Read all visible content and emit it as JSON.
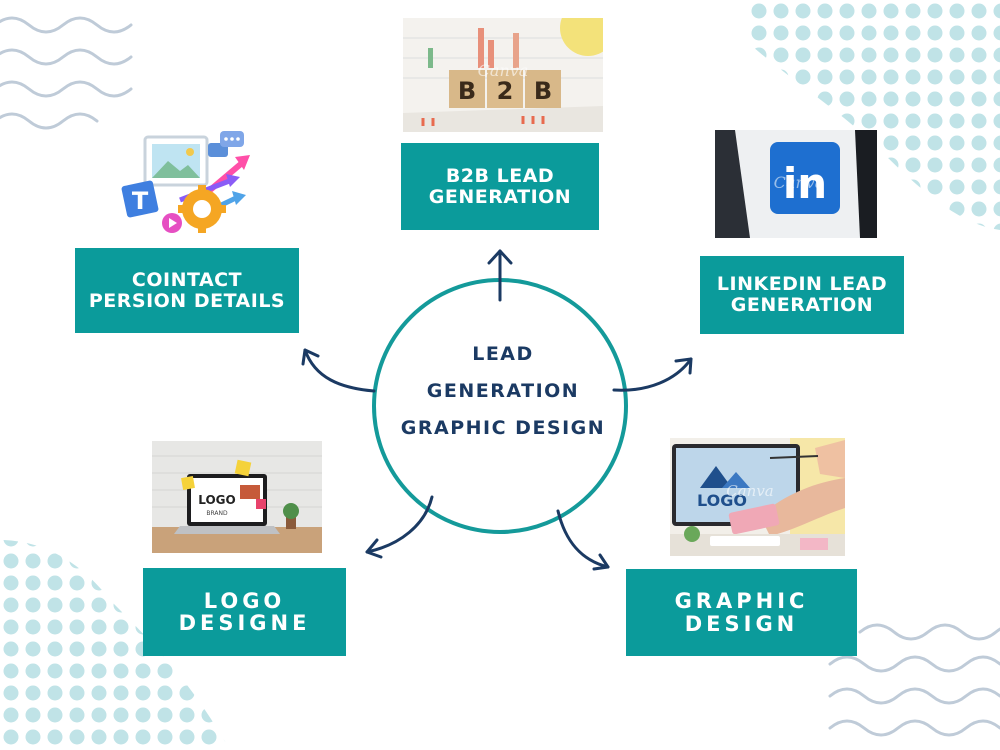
{
  "center": {
    "line1": "LEAD",
    "line2": "GENERATION",
    "line3": "GRAPHIC DESIGN"
  },
  "nodes": {
    "b2b": {
      "line1": "B2B LEAD",
      "line2": "GENERATION"
    },
    "contact": {
      "line1": "COINTACT",
      "line2": "PERSION DETAILS"
    },
    "linkedin": {
      "line1": "LINKEDIN LEAD",
      "line2": "GENERATION"
    },
    "logo": {
      "line1": "LOGO",
      "line2": "DESIGNE"
    },
    "graphic": {
      "line1": "GRAPHIC",
      "line2": "DESIGN"
    }
  },
  "images": {
    "b2b_blocks": [
      "B",
      "2",
      "B"
    ],
    "linkedin_logo": "in",
    "screen_logo": "LOGO",
    "laptop_logo": "LOGO",
    "laptop_brand": "BRAND",
    "watermark": "Canva"
  },
  "colors": {
    "box": "#0b9b9b",
    "ring": "#149a9a",
    "arrow": "#1b3a63",
    "text_dark": "#1b3a63",
    "pattern": "#a9d8dd"
  }
}
